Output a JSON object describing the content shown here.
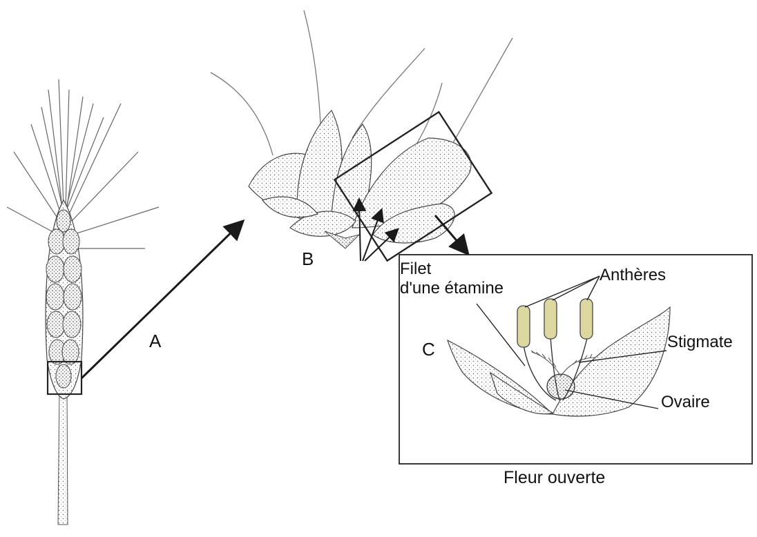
{
  "labels": {
    "a": "A",
    "b": "B",
    "c": "C",
    "filet_line1": "Filet",
    "filet_line2": "d'une étamine",
    "antheres": "Anthères",
    "stigmate": "Stigmate",
    "ovaire": "Ovaire",
    "caption": "Fleur ouverte"
  },
  "colors": {
    "ink": "#1a1a1a",
    "anther": "#ddd7a0",
    "frame": "#222222"
  }
}
